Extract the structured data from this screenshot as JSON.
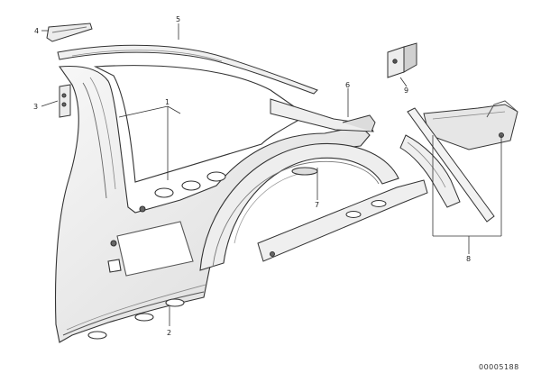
{
  "diagram": {
    "callouts": [
      {
        "id": "c4",
        "label": "4"
      },
      {
        "id": "c5",
        "label": "5"
      },
      {
        "id": "c3",
        "label": "3"
      },
      {
        "id": "c9",
        "label": "9"
      },
      {
        "id": "c6",
        "label": "6"
      },
      {
        "id": "c1",
        "label": "1"
      },
      {
        "id": "c7",
        "label": "7"
      },
      {
        "id": "c8",
        "label": "8"
      },
      {
        "id": "c2",
        "label": "2"
      }
    ],
    "document_id": "00005188"
  },
  "colors": {
    "line": "#333333",
    "fill": "#f4f4f4",
    "shade": "#888888",
    "background": "#ffffff"
  }
}
